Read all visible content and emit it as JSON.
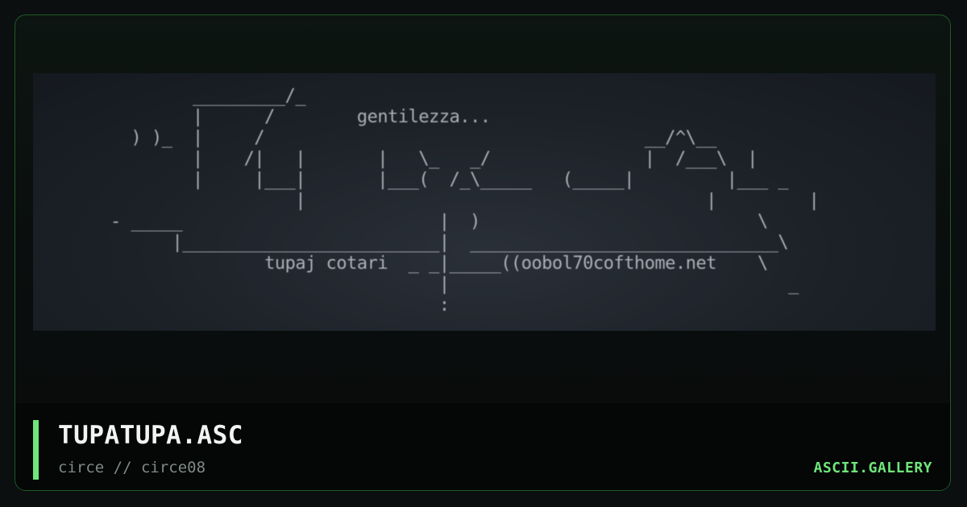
{
  "art": {
    "lines": [
      "        _________/_",
      "        |      /        gentilezza...",
      "  ) )_  |     /                                     __/^\\__",
      "        |    /|   |       |   \\_   _/               |  /___\\  |",
      "        |     |___|       |___(  /_\\_____   (_____|         |___ _",
      "                  |                                       |         |",
      "- _____                         |  )                           \\",
      "      |_________________________|  ______________________________\\",
      "               tupaj cotari  _ _|_____((oobol70cofthome.net    \\",
      "                                |                                 _",
      "                                :"
    ]
  },
  "footer": {
    "title": "TUPATUPA.ASC",
    "subtitle": "circe // circe08",
    "brand": "ASCII.GALLERY"
  },
  "colors": {
    "accent": "#6ee67a",
    "border": "#1f5a26",
    "background": "#0b0f10",
    "footer_bg": "#050606"
  }
}
